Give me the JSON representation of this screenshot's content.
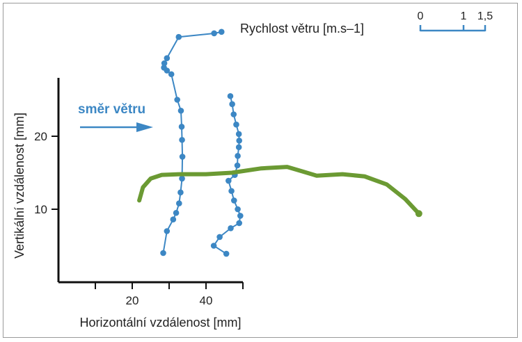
{
  "chart_data": {
    "type": "line",
    "xlabel": "Horizontální vzdálenost [mm]",
    "ylabel": "Vertikální vzdálenost [mm]",
    "x_ticks": [
      10,
      20,
      30,
      40,
      50
    ],
    "x_tick_labels": [
      "",
      "20",
      "",
      "40",
      ""
    ],
    "y_ticks": [
      10,
      20
    ],
    "y_tick_labels": [
      "10",
      "20"
    ],
    "xlim": [
      0,
      50
    ],
    "ylim": [
      0,
      28
    ],
    "wind_direction_label": "směr větru",
    "speed_scale": {
      "title": "Rychlost větru [m.s–1]",
      "ticks": [
        0,
        1,
        1.5
      ],
      "tick_labels": [
        "0",
        "1",
        "1,5"
      ]
    },
    "velocity_profiles": [
      {
        "x": [
          28.4,
          29.4,
          31.1,
          31.9,
          32.7,
          33.1,
          33.5,
          33.6,
          33.5,
          33.4,
          33.2,
          32.2,
          30.6,
          29.4,
          28.6,
          28.7,
          29.4,
          32.6,
          42.2,
          44.2
        ],
        "y": [
          4.0,
          7.0,
          8.6,
          9.5,
          10.8,
          12.3,
          14.2,
          17.2,
          19.5,
          21.3,
          23.5,
          25.0,
          28.5,
          29.0,
          29.4,
          30.0,
          30.7,
          33.6,
          34.1,
          34.3
        ]
      },
      {
        "x": [
          45.5,
          42.1,
          43.7,
          46.7,
          49.0,
          49.3,
          48.6,
          47.6,
          46.9,
          46.1,
          47.8,
          48.5,
          48.6,
          48.9,
          49.0,
          48.9,
          48.2,
          47.5,
          47.1,
          46.6
        ],
        "y": [
          3.9,
          5.0,
          6.2,
          7.4,
          8.1,
          9.1,
          10.0,
          11.2,
          12.5,
          13.9,
          14.7,
          16.0,
          17.3,
          18.5,
          19.4,
          20.3,
          21.6,
          23.0,
          24.4,
          25.5
        ]
      }
    ],
    "smoke_plume": {
      "x": [
        21.9,
        22.9,
        25.0,
        28.0,
        33.0,
        40.0,
        47.0,
        55.0,
        62.0,
        66.0,
        70.0,
        77.0,
        83.0,
        89.0,
        94.0,
        97.7
      ],
      "y": [
        11.2,
        13.0,
        14.2,
        14.7,
        14.8,
        14.8,
        15.0,
        15.6,
        15.8,
        15.2,
        14.6,
        14.8,
        14.5,
        13.4,
        11.4,
        9.4
      ]
    }
  }
}
